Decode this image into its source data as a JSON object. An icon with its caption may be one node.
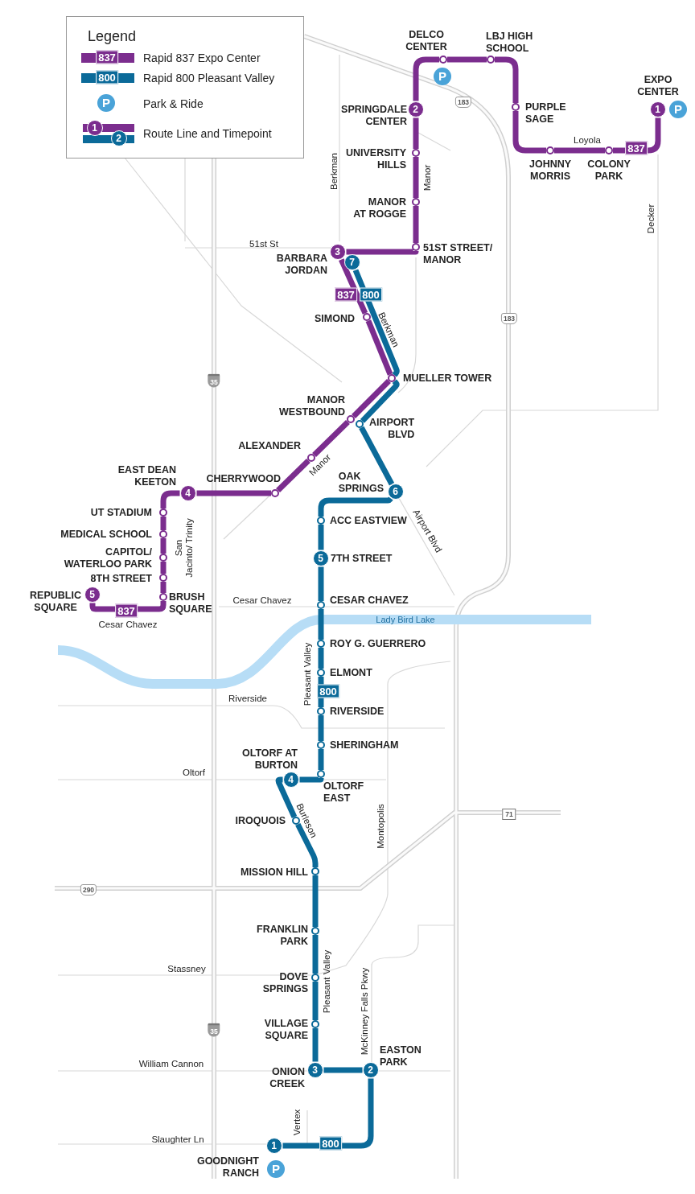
{
  "diagram": {
    "nodes": [
      {
        "text": [
          "1"
        ],
        "beside": [
          "EXPO CENTER"
        ]
      },
      {
        "text": [],
        "shape": "circle",
        "beside": [
          "COLONY PARK"
        ]
      },
      {
        "text": [],
        "shape": "circle",
        "beside": [
          "JOHNNY MORRIS"
        ]
      },
      {
        "text": [],
        "shape": "circle",
        "beside": [
          "PURPLE SAGE"
        ]
      },
      {
        "text": [],
        "shape": "circle",
        "beside": [
          "LBJ HIGH SCHOOL"
        ]
      },
      {
        "text": [],
        "shape": "circle",
        "beside": [
          "DELCO CENTER"
        ]
      },
      {
        "text": [
          "2"
        ],
        "beside": [
          "SPRINGDALE CENTER"
        ]
      },
      {
        "text": [],
        "shape": "circle",
        "beside": [
          "UNIVERSITY HILLS"
        ]
      },
      {
        "text": [],
        "shape": "circle",
        "beside": [
          "MANOR AT ROGGE"
        ]
      },
      {
        "text": [],
        "shape": "circle",
        "beside": [
          "51ST STREET/ MANOR"
        ]
      },
      {
        "text": [
          "3"
        ],
        "beside": [
          "BARBARA JORDAN"
        ]
      },
      {
        "text": [],
        "shape": "circle",
        "beside": [
          "SIMOND"
        ]
      },
      {
        "text": [],
        "shape": "circle",
        "beside": [
          "MUELLER TOWER"
        ]
      },
      {
        "text": [],
        "shape": "circle",
        "beside": [
          "MANOR WESTBOUND"
        ]
      },
      {
        "text": [],
        "shape": "circle",
        "beside": [
          "ALEXANDER"
        ]
      },
      {
        "text": [],
        "shape": "circle",
        "beside": [
          "CHERRYWOOD"
        ]
      },
      {
        "text": [
          "4"
        ],
        "beside": [
          "EAST DEAN KEETON"
        ]
      },
      {
        "text": [],
        "shape": "circle",
        "beside": [
          "UT STADIUM"
        ]
      },
      {
        "text": [],
        "shape": "circle",
        "beside": [
          "MEDICAL SCHOOL"
        ]
      },
      {
        "text": [],
        "shape": "circle",
        "beside": [
          "CAPITOL/ WATERLOO PARK"
        ]
      },
      {
        "text": [],
        "shape": "circle",
        "beside": [
          "8TH STREET"
        ]
      },
      {
        "text": [],
        "shape": "circle",
        "beside": [
          "BRUSH SQUARE"
        ]
      },
      {
        "text": [
          "5"
        ],
        "beside": [
          "REPUBLIC SQUARE"
        ]
      },
      {
        "text": [
          "7"
        ]
      },
      {
        "text": [],
        "shape": "circle",
        "beside": [
          "AIRPORT BLVD"
        ]
      },
      {
        "text": [
          "6"
        ],
        "beside": [
          "OAK SPRINGS"
        ]
      },
      {
        "text": [],
        "shape": "circle",
        "beside": [
          "ACC EASTVIEW"
        ]
      },
      {
        "text": [
          "5"
        ],
        "beside": [
          "7TH STREET"
        ]
      },
      {
        "text": [],
        "shape": "circle",
        "beside": [
          "CESAR CHAVEZ"
        ]
      },
      {
        "text": [],
        "shape": "circle",
        "beside": [
          "ROY G. GUERRERO"
        ]
      },
      {
        "text": [],
        "shape": "circle",
        "beside": [
          "ELMONT"
        ]
      },
      {
        "text": [],
        "shape": "circle",
        "beside": [
          "RIVERSIDE"
        ]
      },
      {
        "text": [],
        "shape": "circle",
        "beside": [
          "SHERINGHAM"
        ]
      },
      {
        "text": [],
        "shape": "circle",
        "beside": [
          "OLTORF EAST"
        ]
      },
      {
        "text": [
          "4"
        ],
        "beside": [
          "OLTORF AT BURTON"
        ]
      },
      {
        "text": [],
        "shape": "circle",
        "beside": [
          "IROQUOIS"
        ]
      },
      {
        "text": [],
        "shape": "circle",
        "beside": [
          "MISSION HILL"
        ]
      },
      {
        "text": [],
        "shape": "circle",
        "beside": [
          "FRANKLIN PARK"
        ]
      },
      {
        "text": [],
        "shape": "circle",
        "beside": [
          "DOVE SPRINGS"
        ]
      },
      {
        "text": [],
        "shape": "circle",
        "beside": [
          "VILLAGE SQUARE"
        ]
      },
      {
        "text": [
          "3"
        ],
        "beside": [
          "ONION CREEK"
        ]
      },
      {
        "text": [
          "2"
        ],
        "beside": [
          "EASTON PARK"
        ]
      },
      {
        "text": [
          "1"
        ],
        "beside": [
          "GOODNIGHT RANCH"
        ]
      },
      {
        "text": [
          "1"
        ]
      },
      {
        "text": [
          "2"
        ]
      }
    ],
    "edges": [
      {
        "from": 0,
        "to": 1,
        "arrow": "none",
        "label": "837"
      },
      {
        "from": 1,
        "to": 2,
        "arrow": "none"
      },
      {
        "from": 2,
        "to": 3,
        "arrow": "none"
      },
      {
        "from": 3,
        "to": 4,
        "arrow": "none"
      },
      {
        "from": 4,
        "to": 5,
        "arrow": "none"
      },
      {
        "from": 5,
        "to": 6,
        "arrow": "none"
      },
      {
        "from": 6,
        "to": 7,
        "arrow": "none"
      },
      {
        "from": 7,
        "to": 8,
        "arrow": "none"
      },
      {
        "from": 8,
        "to": 9,
        "arrow": "none"
      },
      {
        "from": 9,
        "to": 10,
        "arrow": "none"
      },
      {
        "from": 10,
        "to": 11,
        "arrow": "none",
        "label": "837"
      },
      {
        "from": 11,
        "to": 12,
        "arrow": "none"
      },
      {
        "from": 12,
        "to": 13,
        "arrow": "none"
      },
      {
        "from": 13,
        "to": 14,
        "arrow": "none"
      },
      {
        "from": 14,
        "to": 15,
        "arrow": "none"
      },
      {
        "from": 15,
        "to": 16,
        "arrow": "none"
      },
      {
        "from": 16,
        "to": 17,
        "arrow": "none"
      },
      {
        "from": 17,
        "to": 18,
        "arrow": "none"
      },
      {
        "from": 18,
        "to": 19,
        "arrow": "none"
      },
      {
        "from": 19,
        "to": 20,
        "arrow": "none"
      },
      {
        "from": 20,
        "to": 21,
        "arrow": "none"
      },
      {
        "from": 21,
        "to": 22,
        "arrow": "none",
        "label": "837"
      },
      {
        "from": 23,
        "to": 12,
        "arrow": "none",
        "label": "800",
        "color": "#0b6a99"
      },
      {
        "from": 12,
        "to": 24,
        "arrow": "none",
        "color": "#0b6a99"
      },
      {
        "from": 24,
        "to": 25,
        "arrow": "none",
        "color": "#0b6a99"
      },
      {
        "from": 25,
        "to": 26,
        "arrow": "none",
        "color": "#0b6a99"
      },
      {
        "from": 26,
        "to": 27,
        "arrow": "none",
        "color": "#0b6a99"
      },
      {
        "from": 27,
        "to": 28,
        "arrow": "none",
        "color": "#0b6a99"
      },
      {
        "from": 28,
        "to": 29,
        "arrow": "none",
        "color": "#0b6a99"
      },
      {
        "from": 29,
        "to": 30,
        "arrow": "none",
        "color": "#0b6a99"
      },
      {
        "from": 30,
        "to": 31,
        "arrow": "none",
        "label": "800",
        "color": "#0b6a99"
      },
      {
        "from": 31,
        "to": 32,
        "arrow": "none",
        "color": "#0b6a99"
      },
      {
        "from": 32,
        "to": 33,
        "arrow": "none",
        "color": "#0b6a99"
      },
      {
        "from": 33,
        "to": 34,
        "arrow": "none",
        "color": "#0b6a99"
      },
      {
        "from": 34,
        "to": 35,
        "arrow": "none",
        "color": "#0b6a99"
      },
      {
        "from": 35,
        "to": 36,
        "arrow": "none",
        "color": "#0b6a99"
      },
      {
        "from": 36,
        "to": 37,
        "arrow": "none",
        "color": "#0b6a99"
      },
      {
        "from": 37,
        "to": 38,
        "arrow": "none",
        "color": "#0b6a99"
      },
      {
        "from": 38,
        "to": 39,
        "arrow": "none",
        "color": "#0b6a99"
      },
      {
        "from": 39,
        "to": 40,
        "arrow": "none",
        "color": "#0b6a99"
      },
      {
        "from": 40,
        "to": 41,
        "arrow": "none",
        "color": "#0b6a99"
      },
      {
        "from": 41,
        "to": 42,
        "arrow": "none",
        "label": "800",
        "color": "#0b6a99"
      }
    ],
    "labels": [
      "Legend",
      "837",
      "800",
      "P",
      "P",
      "183",
      "P",
      "Loyola",
      "Berkman",
      "Manor",
      "Decker",
      "51st St",
      "183",
      "Berkman",
      "35",
      "Manor",
      "San Jacinto/ Trinity",
      "Airport Blvd",
      "Cesar Chavez",
      "Lady Bird Lake",
      "Cesar Chavez",
      "Pleasant Valley",
      "Riverside",
      "Oltorf",
      "Burleson",
      "Montopolis",
      "71",
      "290",
      "Pleasant Valley",
      "Stassney",
      "McKinney Falls Pkwy",
      "35",
      "William Cannon",
      "Vertex",
      "Slaughter Ln",
      "P"
    ],
    "legend": [
      {
        "text": "Rapid 837 Expo Center",
        "color": "#7b2d8e"
      },
      {
        "text": "Rapid 800 Pleasant Valley",
        "color": "#0b6a99"
      },
      {
        "text": "Park & Ride"
      },
      {
        "text": "Route Line and Timepoint"
      }
    ]
  }
}
